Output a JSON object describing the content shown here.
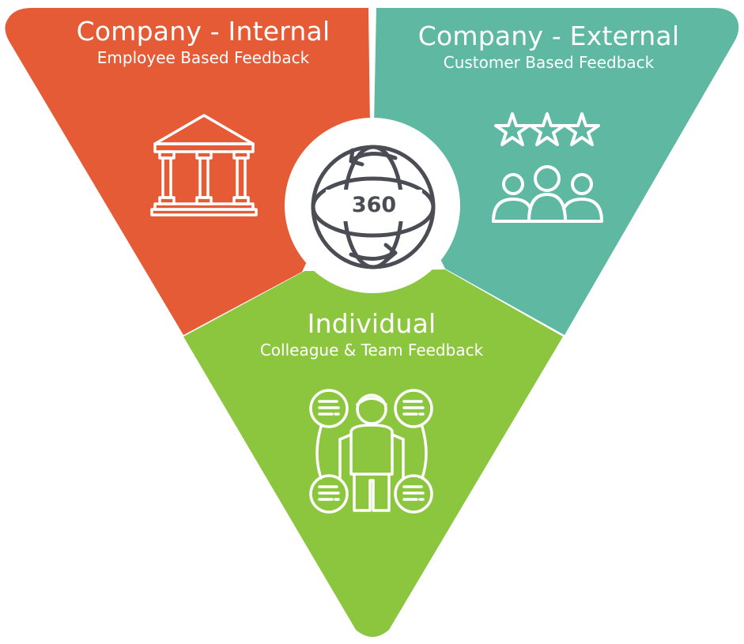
{
  "segments": {
    "internal": {
      "title": "Company - Internal",
      "subtitle": "Employee Based Feedback",
      "color": "#e55b35",
      "icon": "bank-building-icon"
    },
    "external": {
      "title": "Company - External",
      "subtitle": "Customer Based Feedback",
      "color": "#5fb8a2",
      "icon": "stars-and-customers-icon"
    },
    "individual": {
      "title": "Individual",
      "subtitle": "Colleague & Team Feedback",
      "color": "#8cc63f",
      "icon": "person-with-feedback-bubbles-icon"
    }
  },
  "center": {
    "label": "360",
    "icon": "globe-rotation-icon",
    "color": "#4a4e54"
  }
}
